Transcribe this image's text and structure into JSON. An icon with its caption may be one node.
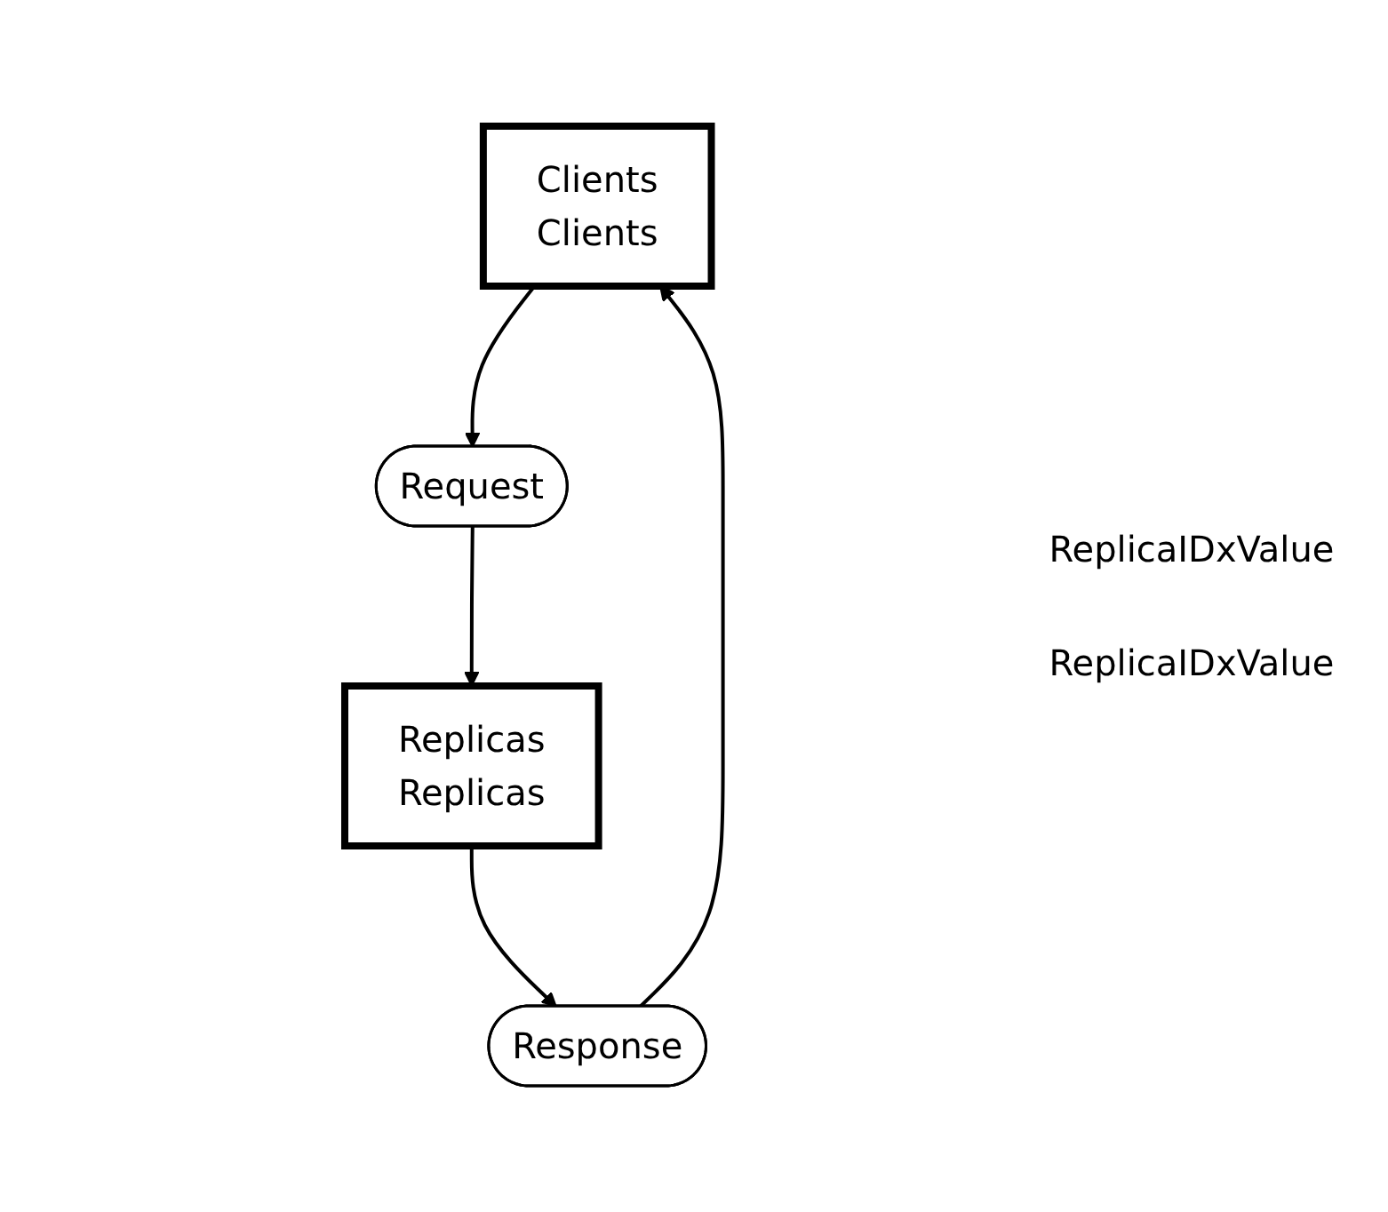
{
  "diagram": {
    "nodes": [
      {
        "text": [
          "Clients",
          "Clients"
        ]
      },
      {
        "text": [
          "Request"
        ]
      },
      {
        "text": [
          "Response"
        ]
      },
      {
        "text": [
          "Replicas",
          "Replicas"
        ]
      }
    ],
    "edges": [
      {
        "from": 0,
        "to": 1,
        "arrow": "to"
      },
      {
        "from": 1,
        "to": 3,
        "arrow": "to"
      },
      {
        "from": 3,
        "to": 2,
        "arrow": "to"
      },
      {
        "from": 2,
        "to": 0,
        "arrow": "to"
      }
    ],
    "labels": [
      "ReplicaIDxValue",
      "ReplicaIDxValue"
    ]
  }
}
